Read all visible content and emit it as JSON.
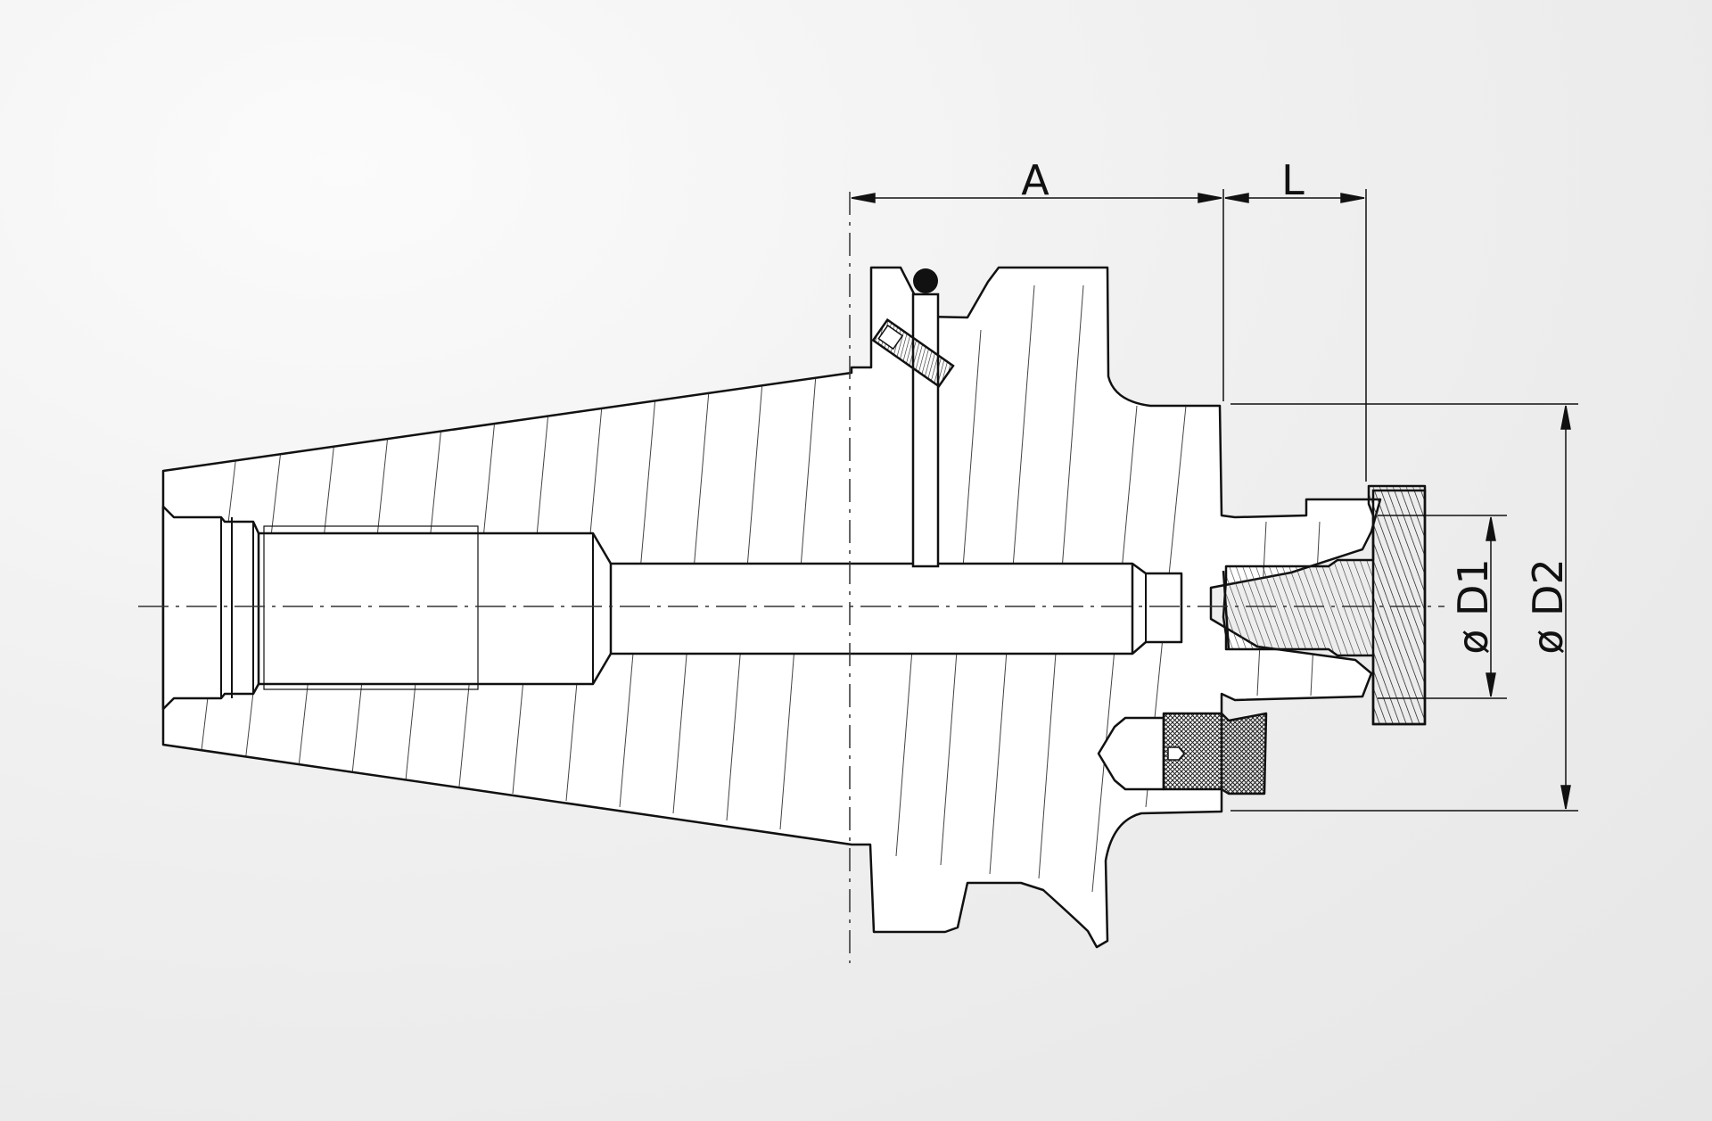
{
  "diagram": {
    "labels": {
      "dim_a": "A",
      "dim_l": "L",
      "dim_d1": "ø D1",
      "dim_d2": "ø D2"
    },
    "colors": {
      "line": "#111111",
      "body": "#ffffff",
      "hatch": "#333333",
      "background": "#ececec"
    }
  }
}
